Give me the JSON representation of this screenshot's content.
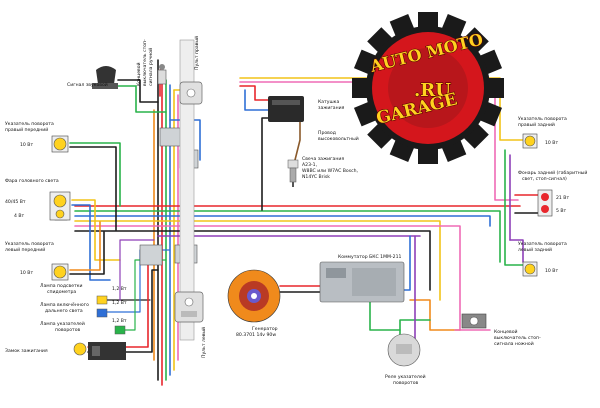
{
  "logo": {
    "line1": "AUTO MOTO",
    "line2": ".RU",
    "line3": "GARAGE"
  },
  "labels": {
    "horn": "Сигнал звуковой",
    "brake_switch_front_1": "Концевой",
    "brake_switch_front_2": "выключатель стоп-",
    "brake_switch_front_3": "сигнала ручной",
    "left_switch": "Пульт правый",
    "coil_1": "Катушка",
    "coil_2": "зажигания",
    "hv_wire_1": "Провод",
    "hv_wire_2": "высоковольтный",
    "spark_1": "Свеча зажигания",
    "spark_2": "A23-1,",
    "spark_3": "W8BC или W7AC Bosch,",
    "spark_4": "N14YC Brisk",
    "turn_front_right_1": "Указатель поворота",
    "turn_front_right_2": "правый передний",
    "turn_front_right_w": "10 Вт",
    "headlight": "Фара головного света",
    "headlight_w1": "40/45 Вт",
    "headlight_w2": "4 Вт",
    "turn_front_left_1": "Указатель поворота",
    "turn_front_left_2": "левый передний",
    "turn_front_left_w": "10 Вт",
    "lamp_speedo_1": "Лампа подсветки",
    "lamp_speedo_2": "спидометра",
    "lamp_speedo_w": "1,2 Вт",
    "lamp_high_1": "Лампа включённого",
    "lamp_high_2": "дальнего света",
    "lamp_high_w": "1,2 Вт",
    "lamp_turn_1": "Лампа указателей",
    "lamp_turn_2": "поворотов",
    "lamp_turn_w": "1,2 Вт",
    "ignition_lock": "Замок зажигания",
    "right_switch": "Пульт левый",
    "generator_1": "Генератор",
    "generator_2": "80.3701 14v 90w",
    "commutator": "Коммутатор БКС 1ММ-211",
    "turn_rear_right_1": "Указатель поворота",
    "turn_rear_right_2": "правый задний",
    "turn_rear_right_w": "10 Вт",
    "taillight_1": "Фонарь задний (габаритный",
    "taillight_2": "свет, стоп-сигнал)",
    "taillight_w1": "21 Вт",
    "taillight_w2": "5 Вт",
    "turn_rear_left_1": "Указатель поворота",
    "turn_rear_left_2": "левый задний",
    "turn_rear_left_w": "10 Вт",
    "brake_switch_rear_1": "Концевой",
    "brake_switch_rear_2": "выключатель стоп-",
    "brake_switch_rear_3": "сигнала ножной",
    "relay_1": "Реле указателей",
    "relay_2": "поворотов"
  },
  "colors": {
    "logo_red": "#d4161c",
    "logo_gear": "#1a1a1a",
    "lamp_yellow": "#ffd21f",
    "wire_red": "#e8262c",
    "wire_green": "#29b34a",
    "wire_blue": "#2f6fd6",
    "wire_yellow": "#f2c318",
    "wire_black": "#1d1d1d",
    "wire_pink": "#ef6bb5",
    "wire_orange": "#f08a1c",
    "wire_purple": "#8e3fb8",
    "wire_brown": "#8a5a2b",
    "wire_grey": "#9a9a9a",
    "wire_white": "#d9d9d9"
  }
}
